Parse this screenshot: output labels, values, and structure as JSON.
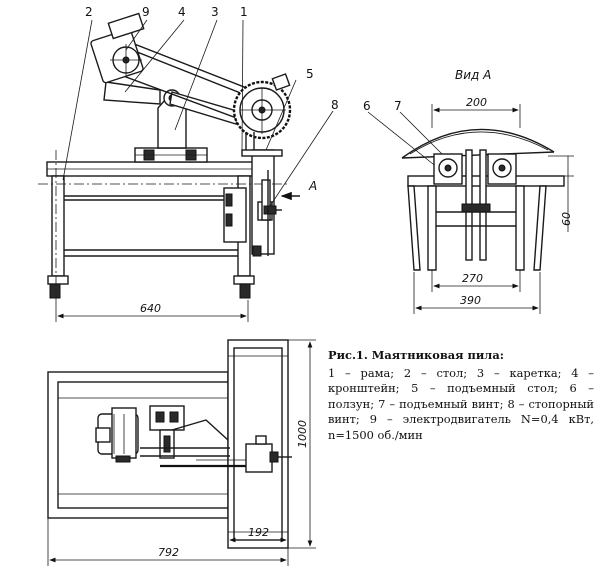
{
  "callouts": [
    "2",
    "9",
    "4",
    "3",
    "1",
    "5",
    "8",
    "6",
    "7"
  ],
  "view_label": "Вид А",
  "arrow_label": "А",
  "dimensions": {
    "length_640": "640",
    "width_200": "200",
    "height_60": "60",
    "width_270": "270",
    "width_390": "390",
    "height_1000": "1000",
    "length_792": "792",
    "width_192": "192"
  },
  "caption": {
    "title": "Рис.1. Маятниковая пила:",
    "text": "1 – рама; 2 – стол; 3 – каретка; 4 – кронштейн; 5 – подъемный стол; 6 – ползун; 7 – подъемный винт; 8 – стопорный винт; 9 – электродвигатель N=0,4 кВт, n=1500 об./мин"
  }
}
